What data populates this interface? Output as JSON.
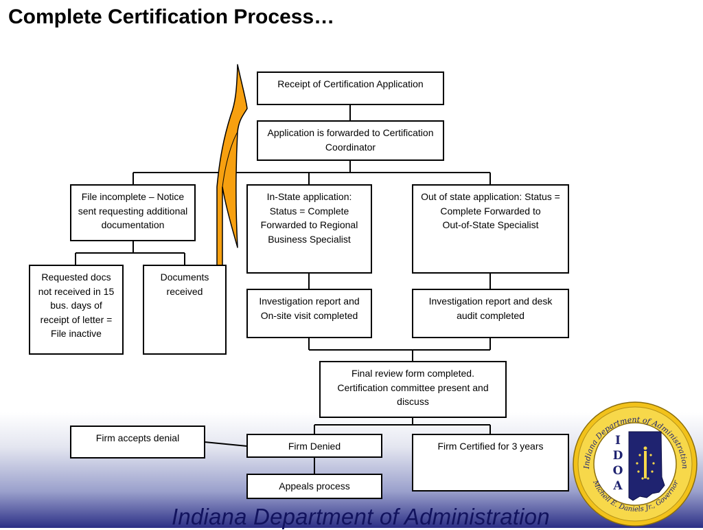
{
  "title": "Complete Certification Process…",
  "boxes": {
    "receipt": "Receipt of Certification Application",
    "forwarded": "Application is forwarded to Certification\nCoordinator",
    "incomplete": "File incomplete – Notice\nsent requesting additional\ndocumentation",
    "instate": "In-State application:\nStatus = Complete\nForwarded to Regional\nBusiness Specialist",
    "outstate": "Out of state application: Status =\nComplete  Forwarded to\nOut-of-State Specialist",
    "notreceived": "Requested docs\nnot received in 15\nbus. days of\nreceipt of letter =\nFile inactive",
    "received": "Documents\nreceived",
    "invest_instate": "Investigation report and\nOn-site visit completed",
    "invest_outstate": "Investigation report and desk\naudit completed",
    "final_review": "Final review form completed.\nCertification committee present and\ndiscuss",
    "accepts_denial": "Firm accepts denial",
    "denied": "Firm Denied",
    "certified": "Firm Certified for 3 years",
    "appeals": "Appeals process"
  },
  "seal": {
    "ring_text_top": "Indiana Department of Administration",
    "ring_text_bottom": "Michell E. Daniels Jr., Governor",
    "letters": [
      "I",
      "D",
      "O",
      "A"
    ]
  },
  "footer": "Indiana Department of Administration",
  "colors": {
    "arrow": "#F7A010",
    "seal_gold": "#F2C21B",
    "state_navy": "#1F2370",
    "footer_text": "#12135e"
  }
}
